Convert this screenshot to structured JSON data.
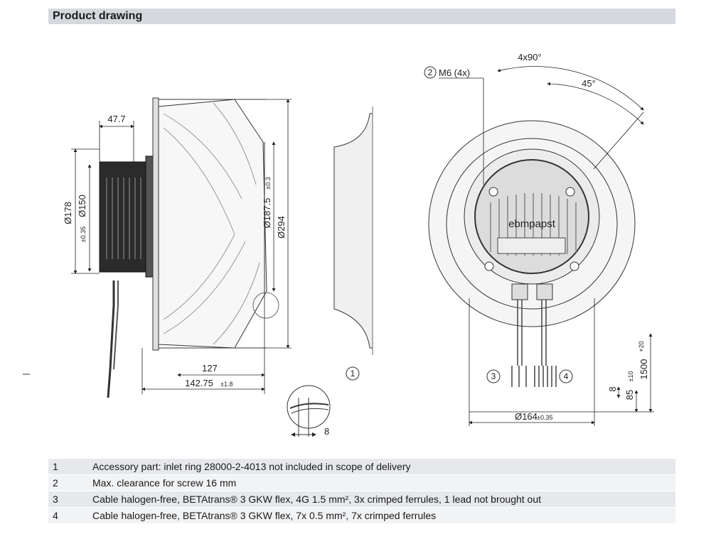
{
  "header": {
    "title": "Product drawing"
  },
  "dimensions": {
    "side_d178": "Ø178",
    "side_d150": "Ø150",
    "side_d150_tol": "±0.35",
    "side_47_7": "47.7",
    "side_127": "127",
    "side_142_75": "142.75",
    "side_142_75_tol": "±1.8",
    "side_d187_5": "Ø187.5",
    "side_d187_5_tol": "±0.3",
    "side_d294": "Ø294",
    "detail_8": "8",
    "front_m6": "M6 (4x)",
    "front_4x90": "4x90°",
    "front_45": "45°",
    "front_1500": "1500",
    "front_1500_tol": "+20",
    "front_85": "85",
    "front_85_tol": "±10",
    "front_8": "8",
    "front_d164": "Ø164",
    "front_d164_tol": "±0.35",
    "brand": "ebmpapst"
  },
  "callouts": {
    "c1": "1",
    "c2": "2",
    "c3": "3",
    "c4": "4"
  },
  "notes": [
    {
      "num": "1",
      "text": "Accessory part: inlet ring 28000-2-4013 not included in scope of delivery"
    },
    {
      "num": "2",
      "text": "Max. clearance for screw 16 mm"
    },
    {
      "num": "3",
      "text": "Cable halogen-free, BETAtrans® 3 GKW flex, 4G 1.5 mm², 3x crimped ferrules, 1 lead not brought out"
    },
    {
      "num": "4",
      "text": "Cable halogen-free, BETAtrans® 3 GKW flex, 7x 0.5 mm², 7x crimped ferrules"
    }
  ]
}
